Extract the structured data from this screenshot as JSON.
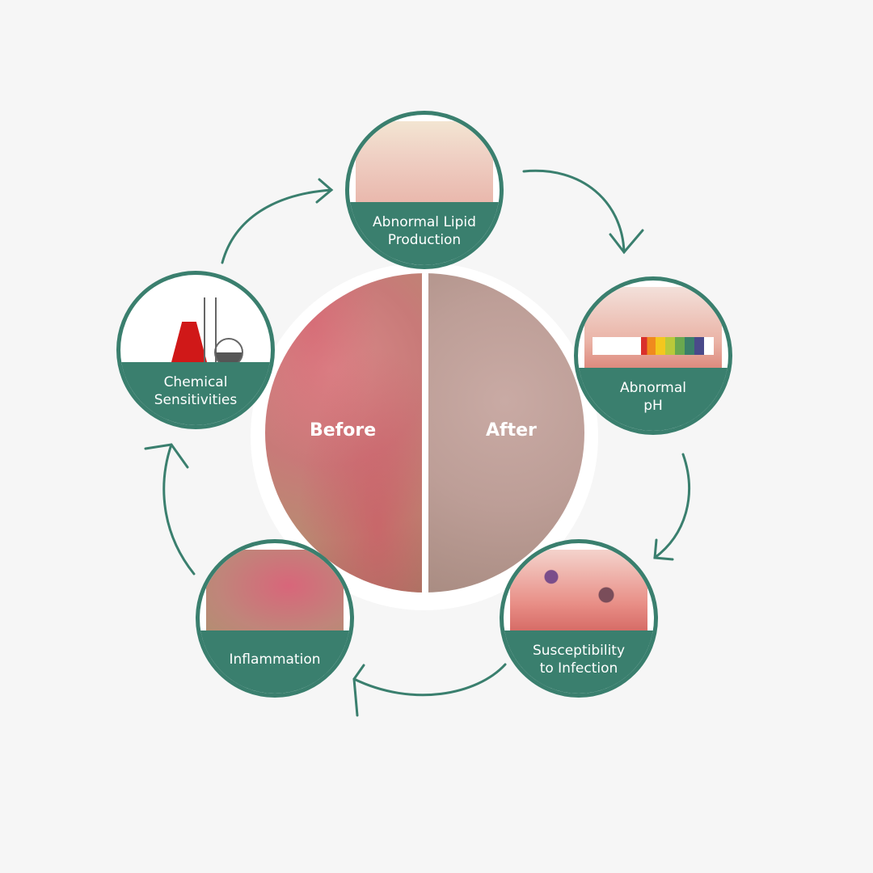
{
  "center": {
    "before_label": "Before",
    "after_label": "After"
  },
  "nodes": [
    {
      "line1": "Abnormal Lipid",
      "line2": "Production"
    },
    {
      "line1": "Abnormal",
      "line2": "pH"
    },
    {
      "line1": "Susceptibility",
      "line2": "to Infection"
    },
    {
      "line1": "Inflammation",
      "line2": ""
    },
    {
      "line1": "Chemical",
      "line2": "Sensitivities"
    }
  ],
  "colors": {
    "accent": "#3a7f6e",
    "background": "#f6f6f6"
  }
}
